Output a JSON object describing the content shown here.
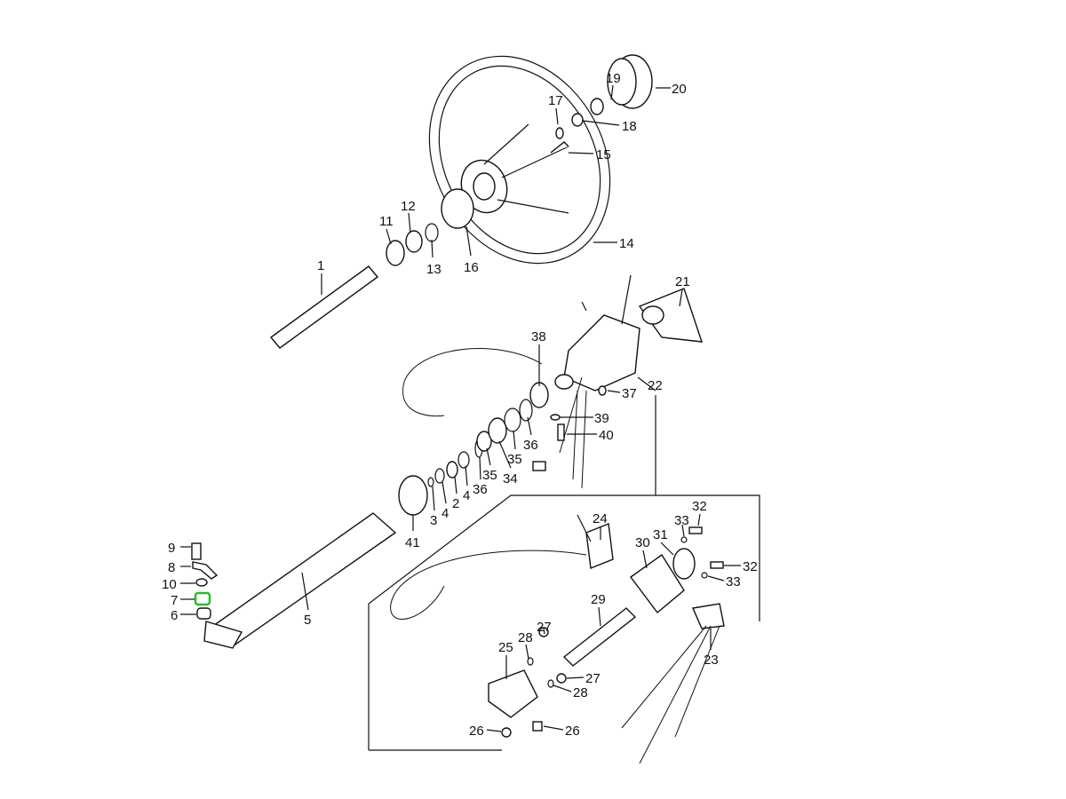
{
  "diagram": {
    "title": "Steering column exploded parts diagram",
    "highlight_color": "#22c022",
    "highlighted_part": "7",
    "callouts": [
      "1",
      "2",
      "3",
      "4",
      "4",
      "5",
      "6",
      "7",
      "8",
      "9",
      "10",
      "11",
      "12",
      "13",
      "14",
      "15",
      "16",
      "17",
      "18",
      "19",
      "20",
      "21",
      "22",
      "23",
      "24",
      "25",
      "26",
      "26",
      "27",
      "27",
      "28",
      "28",
      "29",
      "30",
      "31",
      "32",
      "32",
      "33",
      "33",
      "34",
      "35",
      "35",
      "36",
      "36",
      "37",
      "38",
      "39",
      "40",
      "41"
    ]
  }
}
